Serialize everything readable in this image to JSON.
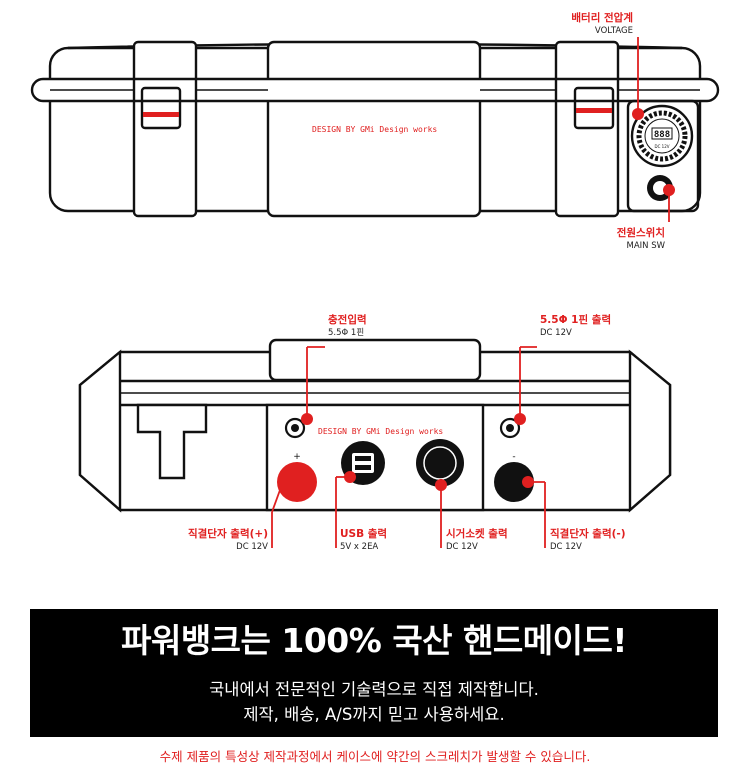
{
  "top_view": {
    "brand": "DESIGN BY GMi Design works",
    "voltmeter_display": "888",
    "voltmeter_sub": "DC 12V",
    "voltage": {
      "title": "배터리 전압계",
      "subtitle": "VOLTAGE"
    },
    "main_switch": {
      "title": "전원스위치",
      "subtitle": "MAIN SW"
    }
  },
  "front_view": {
    "brand": "DESIGN BY GMi Design works",
    "terminal_plus_sign": "+",
    "terminal_minus_sign": "-",
    "charge_input": {
      "title": "충전입력",
      "subtitle": "5.5Φ 1핀"
    },
    "dc_output": {
      "title": "5.5Φ 1핀 출력",
      "subtitle": "DC 12V"
    },
    "terminal_plus": {
      "title": "직결단자 출력(+)",
      "subtitle": "DC 12V"
    },
    "usb": {
      "title": "USB 출력",
      "subtitle": "5V x 2EA"
    },
    "cigar": {
      "title": "시거소켓 출력",
      "subtitle": "DC 12V"
    },
    "terminal_minus": {
      "title": "직결단자 출력(-)",
      "subtitle": "DC 12V"
    }
  },
  "banner": {
    "headline": "파워뱅크는 100% 국산 핸드메이드!",
    "line1": "국내에서 전문적인 기술력으로 직접 제작합니다.",
    "line2": "제작, 배송, A/S까지 믿고 사용하세요."
  },
  "footnote": "수제 제품의 특성상 제작과정에서 케이스에 약간의 스크레치가 발생할 수 있습니다.",
  "colors": {
    "accent": "#e02020",
    "ink": "#111111",
    "banner": "#000000"
  }
}
